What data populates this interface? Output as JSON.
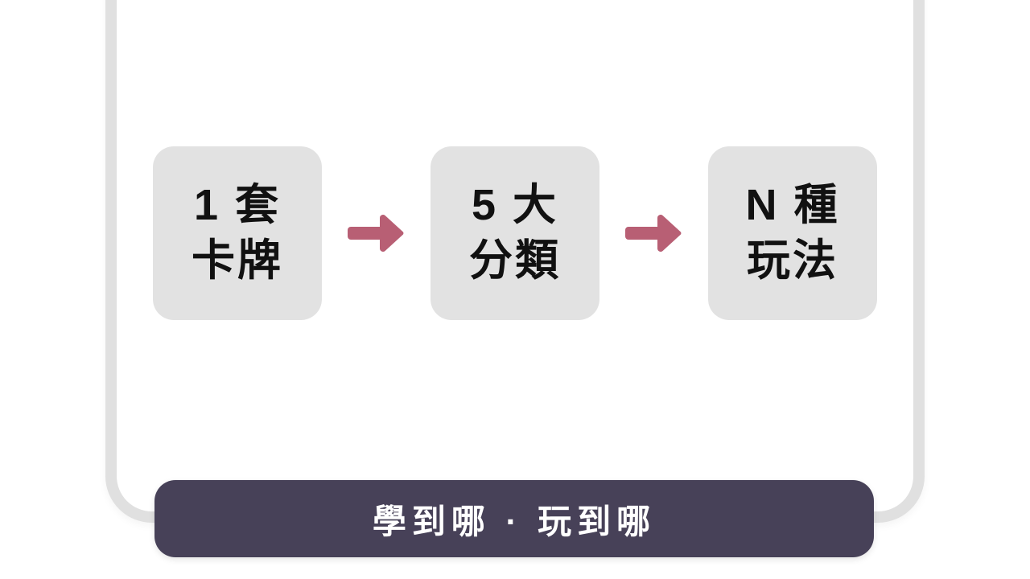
{
  "theme": {
    "page_background": "#ffffff",
    "frame_border_color": "#e0e0e0",
    "card_background": "#e2e2e2",
    "card_text_color": "#111111",
    "arrow_color": "#b85f74",
    "banner_background": "#474158",
    "banner_text_color": "#ffffff"
  },
  "flow": {
    "steps": [
      {
        "line1": "1 套",
        "line2": "卡牌"
      },
      {
        "line1": "5 大",
        "line2": "分類"
      },
      {
        "line1": "N 種",
        "line2": "玩法"
      }
    ],
    "connectors": [
      {
        "icon": "arrow-right-icon"
      },
      {
        "icon": "arrow-right-icon"
      }
    ]
  },
  "banner": {
    "text": "學到哪 · 玩到哪"
  }
}
